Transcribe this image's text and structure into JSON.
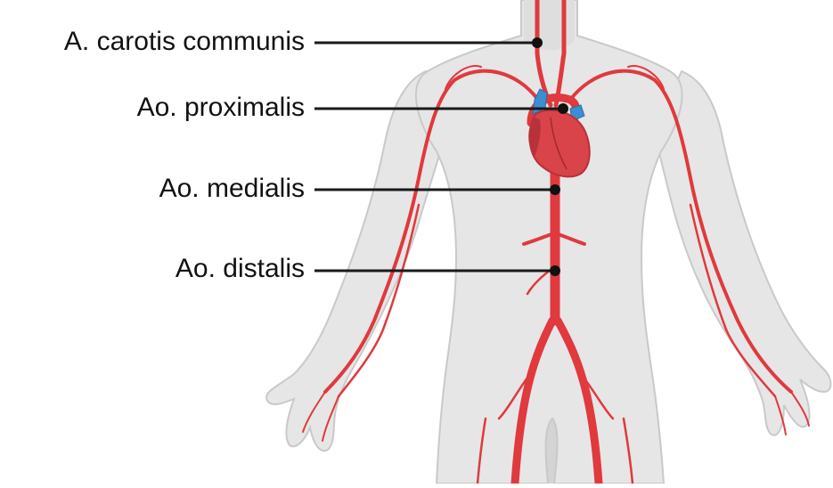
{
  "diagram": {
    "labels": {
      "carotis": "A. carotis communis",
      "proximal": "Ao. proximalis",
      "medial": "Ao. medialis",
      "distal": "Ao. distalis"
    },
    "colors": {
      "body_fill": "#e6e6e6",
      "body_outline": "#c9c9c9",
      "artery": "#e0393e",
      "artery_dark": "#c42a2f",
      "heart": "#d9434a",
      "heart_dark": "#b83239",
      "vein_blue": "#3b8fd0",
      "leader_line": "#1a1a1a",
      "marker": "#111111"
    }
  }
}
